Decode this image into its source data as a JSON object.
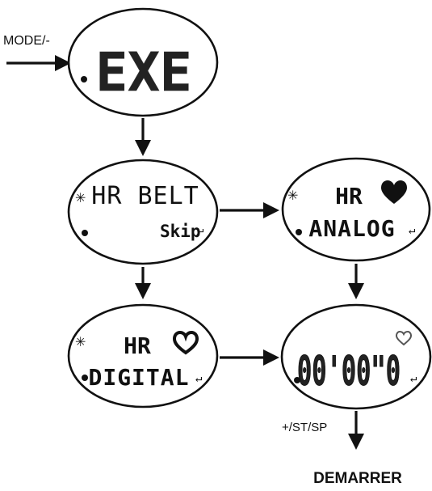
{
  "entry_label": "MODE/-",
  "screens": {
    "exe": {
      "text": "EXE"
    },
    "hr_belt": {
      "line1": "HR BELT",
      "skip_label": "Skip"
    },
    "hr_analog": {
      "line1": "HR",
      "line2": "ANALOG"
    },
    "hr_digital": {
      "line1": "HR",
      "line2": "DIGITAL"
    },
    "timer": {
      "display": "00'00\"0"
    }
  },
  "start_button_label": "+/ST/SP",
  "start_label": "DEMARRER"
}
